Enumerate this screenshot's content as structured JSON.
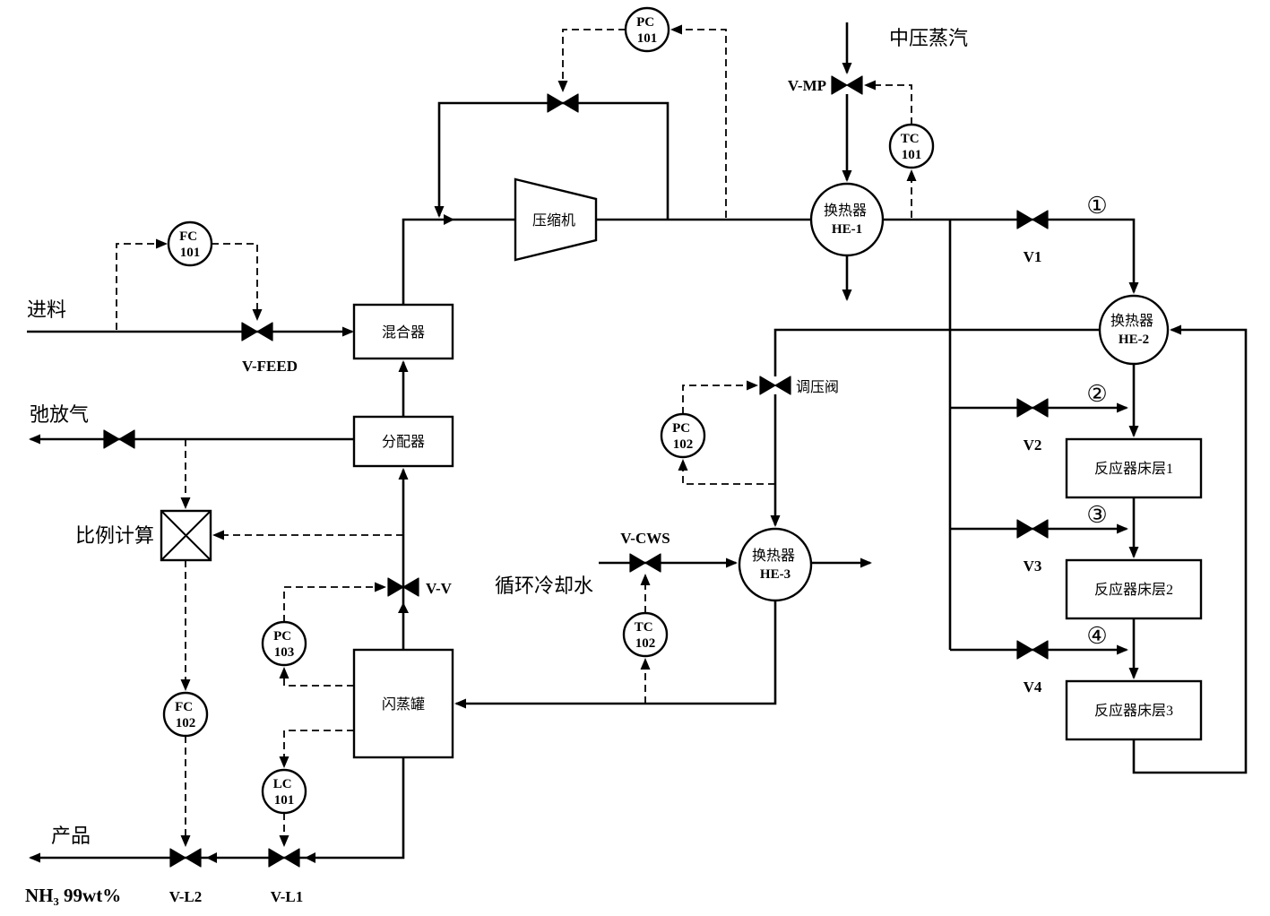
{
  "streams": {
    "feed": "进料",
    "purge_gas": "弛放气",
    "mp_steam": "中压蒸汽",
    "cooling_water": "循环冷却水",
    "product": "产品",
    "product_spec": "NH₃ 99wt%"
  },
  "equipment": {
    "compressor": "压缩机",
    "mixer": "混合器",
    "distributor": "分配器",
    "flash_tank": "闪蒸罐",
    "ratio_calculator": "比例计算",
    "he1_type": "换热器",
    "he1_tag": "HE-1",
    "he2_type": "换热器",
    "he2_tag": "HE-2",
    "he3_type": "换热器",
    "he3_tag": "HE-3",
    "reactor_bed1": "反应器床层1",
    "reactor_bed2": "反应器床层2",
    "reactor_bed3": "反应器床层3"
  },
  "controllers": {
    "fc101_type": "FC",
    "fc101_num": "101",
    "pc101_type": "PC",
    "pc101_num": "101",
    "tc101_type": "TC",
    "tc101_num": "101",
    "pc102_type": "PC",
    "pc102_num": "102",
    "tc102_type": "TC",
    "tc102_num": "102",
    "pc103_type": "PC",
    "pc103_num": "103",
    "lc101_type": "LC",
    "lc101_num": "101",
    "fc102_type": "FC",
    "fc102_num": "102"
  },
  "valves": {
    "v_feed": "V-FEED",
    "v_mp": "V-MP",
    "v1": "V1",
    "v2": "V2",
    "v3": "V3",
    "v4": "V4",
    "regulator": "调压阀",
    "v_cws": "V-CWS",
    "v_v": "V-V",
    "v_l1": "V-L1",
    "v_l2": "V-L2"
  },
  "stream_numbers": {
    "n1": "①",
    "n2": "②",
    "n3": "③",
    "n4": "④"
  },
  "colors": {
    "line": "#000000",
    "background": "#ffffff"
  }
}
